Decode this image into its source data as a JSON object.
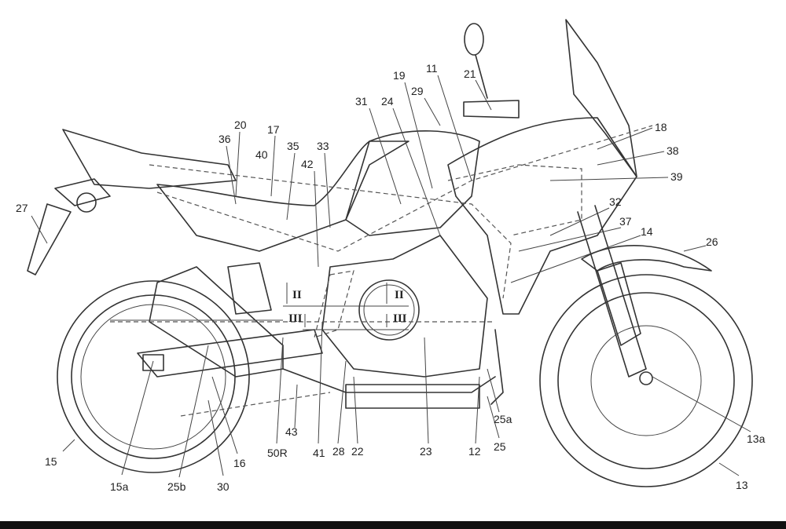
{
  "figure": {
    "reference_labels": [
      "27",
      "20",
      "17",
      "36",
      "35",
      "33",
      "40",
      "42",
      "31",
      "24",
      "19",
      "29",
      "11",
      "21",
      "18",
      "38",
      "39",
      "32",
      "37",
      "14",
      "26",
      "15",
      "15a",
      "25b",
      "30",
      "16",
      "50R",
      "43",
      "41",
      "28",
      "22",
      "23",
      "12",
      "25",
      "25a",
      "13a",
      "13"
    ],
    "section_marks": [
      "II",
      "III",
      "II",
      "III"
    ]
  }
}
